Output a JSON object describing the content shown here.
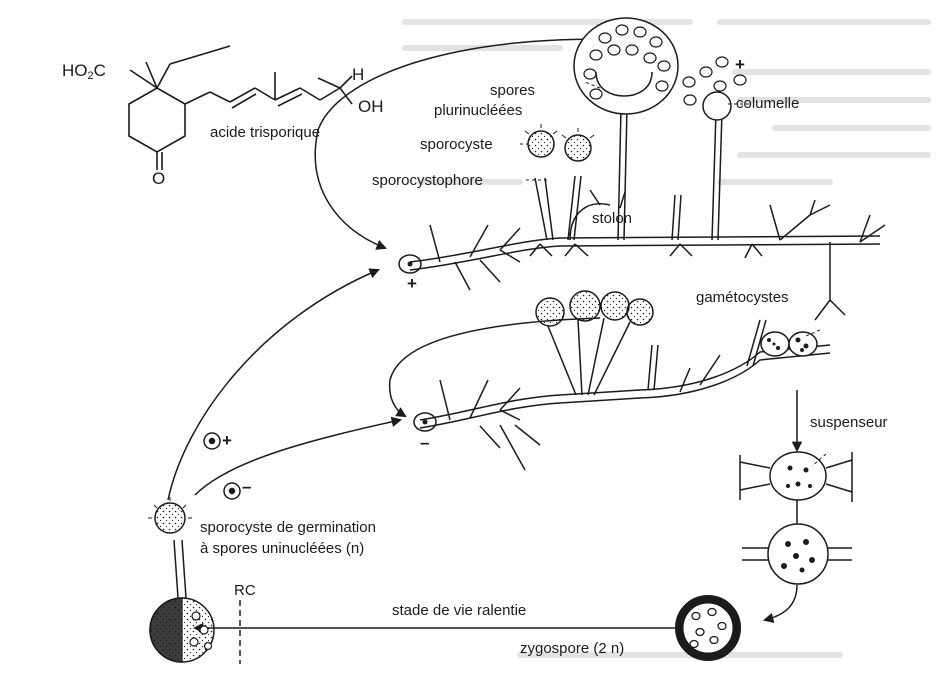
{
  "diagram": {
    "molecule": {
      "acid_group": "HO",
      "acid_subscript": "2",
      "acid_carbon": "C",
      "hydrogen": "H",
      "hydroxyl": "OH",
      "keto_oxygen": "O",
      "name": "acide trisporique"
    },
    "labels": {
      "spores": "spores",
      "plurinucleees": "plurinucléées",
      "columelle": "columelle",
      "sporocyste": "sporocyste",
      "sporocystophore": "sporocystophore",
      "stolon": "stolon",
      "gametocystes": "gamétocystes",
      "suspenseur": "suspenseur",
      "germination_line1": "sporocyste de germination",
      "germination_line2": "à spores uninucléées (n)",
      "rc": "RC",
      "stade": "stade de vie ralentie",
      "zygospore": "zygospore (2 n)"
    },
    "signs": {
      "plus": "+",
      "minus": "–"
    },
    "colors": {
      "ink": "#1b1b1b",
      "paper": "#ffffff",
      "faint_text": "#d9d9d9"
    }
  }
}
